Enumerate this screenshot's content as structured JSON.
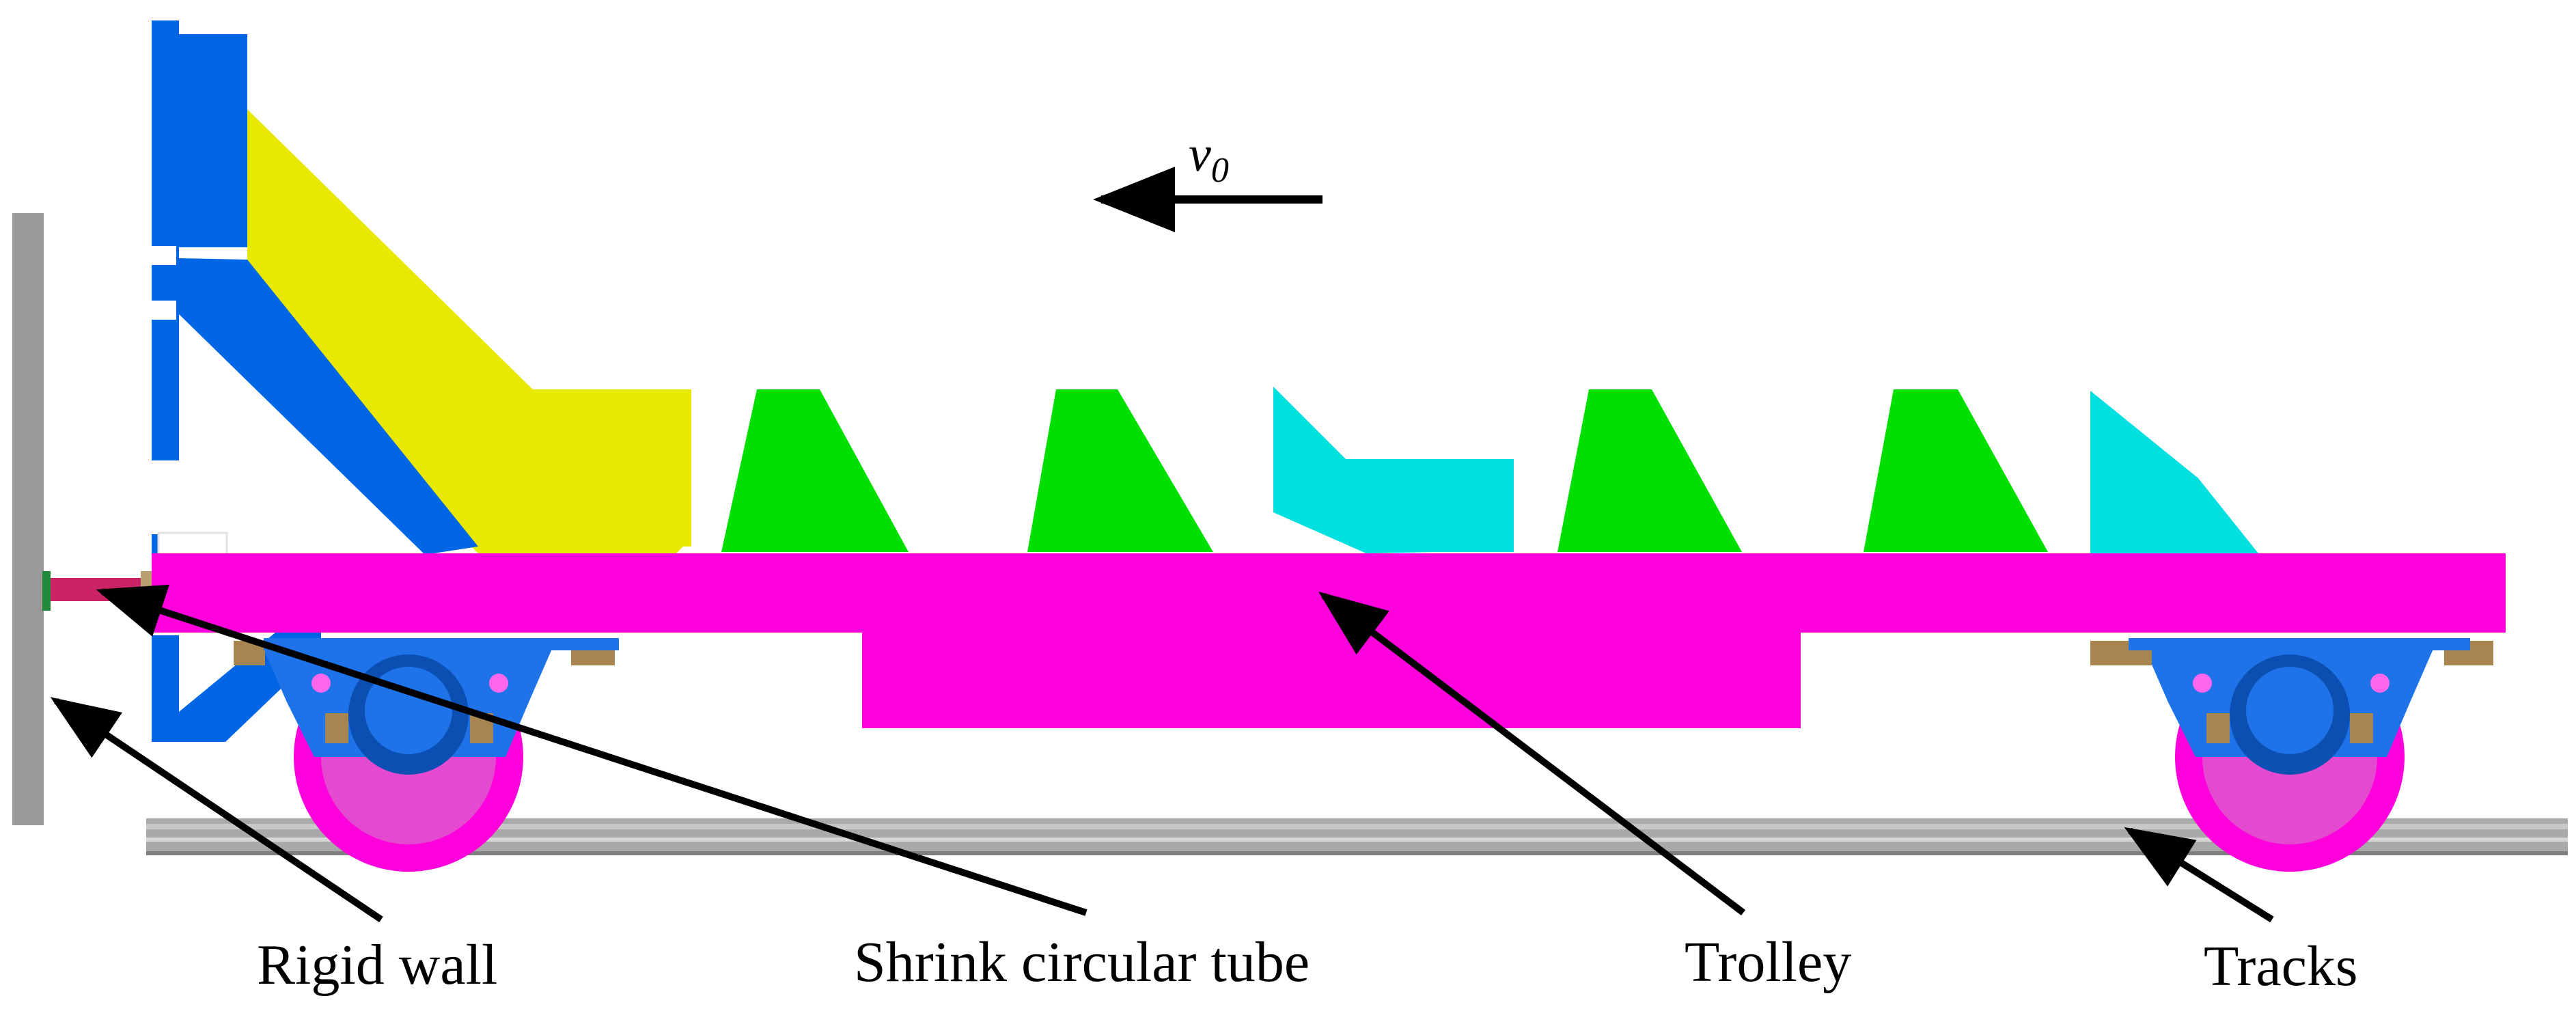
{
  "labels": {
    "velocity": "v",
    "velocity_subscript": "0",
    "rigid_wall": "Rigid wall",
    "shrink_tube": "Shrink circular tube",
    "trolley": "Trolley",
    "tracks": "Tracks"
  },
  "colors": {
    "wall": "#9a9a9a",
    "track": "#a9a9a9",
    "trolley": "#ff00dd",
    "blue_frame": "#0066e6",
    "yellow_frame": "#e8e800",
    "green_block": "#00e000",
    "cyan_block": "#00e0e0",
    "tube": "#cc2266",
    "bogie_blue": "#1e73e8",
    "bogie_tan": "#a88450",
    "arrow": "#000000"
  }
}
